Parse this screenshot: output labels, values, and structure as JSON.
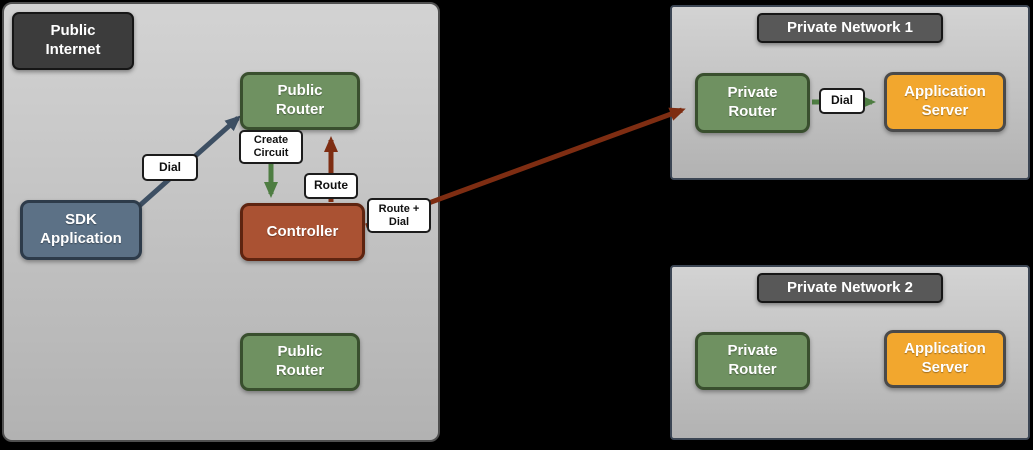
{
  "colors": {
    "background": "#000000",
    "container_fill_top": "#d3d3d3",
    "container_fill_bottom": "#b2b2b2",
    "container_border": "#4f4f4f",
    "private_border": "#3c4654",
    "badge_dark_fill": "#3c3c3c",
    "badge_gray_fill": "#585858",
    "green_fill": "#6f9161",
    "green_border": "#394f2e",
    "blue_fill": "#5c7186",
    "blue_border": "#2d3b4a",
    "red_fill": "#aa5233",
    "red_border": "#5e2410",
    "orange_fill": "#f2a72e",
    "orange_border": "#4a4a4a",
    "arrow_blue": "#3d4f63",
    "arrow_green": "#4e7d42",
    "arrow_red": "#7e2d12"
  },
  "public_internet": {
    "badge": "Public\nInternet",
    "nodes": {
      "sdk_application": "SDK\nApplication",
      "public_router_top": "Public\nRouter",
      "controller": "Controller",
      "public_router_bottom": "Public\nRouter"
    },
    "edge_labels": {
      "dial": "Dial",
      "create_circuit": "Create\nCircuit",
      "route": "Route",
      "route_dial": "Route +\nDial"
    }
  },
  "private_network_1": {
    "badge": "Private Network 1",
    "nodes": {
      "private_router": "Private\nRouter",
      "application_server": "Application\nServer"
    },
    "edge_labels": {
      "dial": "Dial"
    }
  },
  "private_network_2": {
    "badge": "Private Network 2",
    "nodes": {
      "private_router": "Private\nRouter",
      "application_server": "Application\nServer"
    }
  }
}
